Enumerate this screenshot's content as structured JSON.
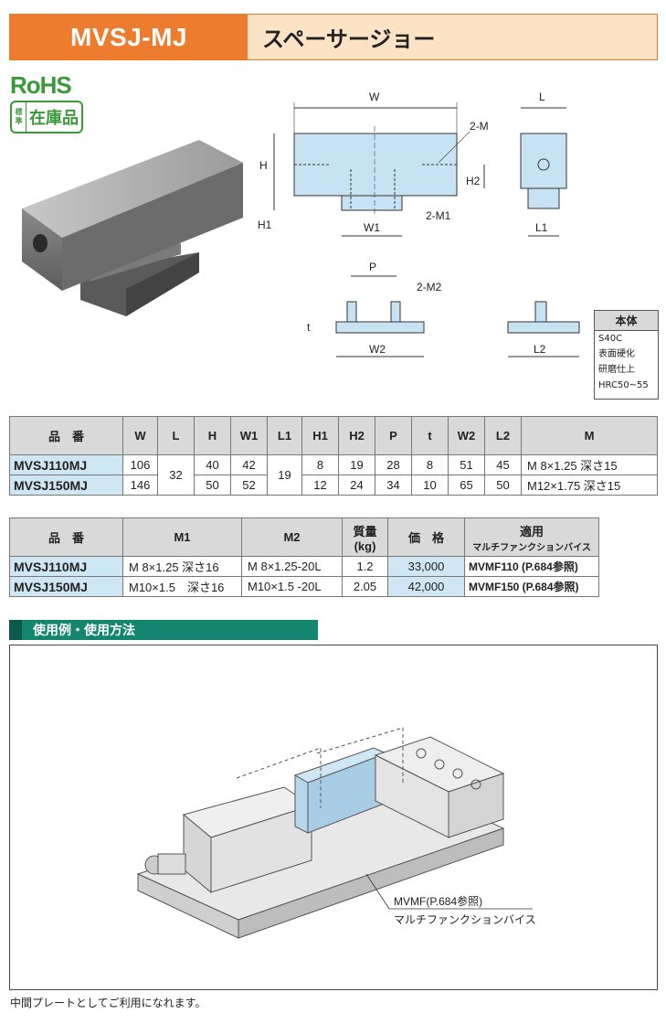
{
  "header": {
    "code": "MVSJ-MJ",
    "name": "スペーサージョー"
  },
  "badges": {
    "rohs": "RoHS",
    "stock_small": "標準",
    "stock_big": "在庫品"
  },
  "drawing": {
    "labels": {
      "W": "W",
      "L": "L",
      "H": "H",
      "H1": "H1",
      "H2": "H2",
      "W1": "W1",
      "L1": "L1",
      "M": "2-M",
      "M1": "2-M1",
      "M2": "2-M2",
      "P": "P",
      "t": "t",
      "W2": "W2",
      "L2": "L2"
    }
  },
  "material": {
    "title": "本体",
    "lines": [
      "S40C",
      "表面硬化",
      "研磨仕上",
      "HRC50~55"
    ]
  },
  "table1": {
    "headers": [
      "品　番",
      "W",
      "L",
      "H",
      "W1",
      "L1",
      "H1",
      "H2",
      "P",
      "t",
      "W2",
      "L2",
      "M"
    ],
    "rows": [
      {
        "code": "MVSJ110MJ",
        "W": "106",
        "L": "32",
        "H": "40",
        "W1": "42",
        "L1": "19",
        "H1": "8",
        "H2": "19",
        "P": "28",
        "t": "8",
        "W2": "51",
        "L2": "45",
        "M": "M 8×1.25 深さ15"
      },
      {
        "code": "MVSJ150MJ",
        "W": "146",
        "H": "50",
        "W1": "52",
        "H1": "12",
        "H2": "24",
        "P": "34",
        "t": "10",
        "W2": "65",
        "L2": "50",
        "M": "M12×1.75 深さ15"
      }
    ]
  },
  "table2": {
    "headers": {
      "code": "品　番",
      "m1": "M1",
      "m2": "M2",
      "mass": "質量",
      "mass_unit": "(kg)",
      "price": "価　格",
      "app": "適用",
      "app_sub": "マルチファンクションバイス"
    },
    "rows": [
      {
        "code": "MVSJ110MJ",
        "m1": "M 8×1.25 深さ16",
        "m2": "M 8×1.25-20L",
        "mass": "1.2",
        "price": "33,000",
        "app": "MVMF110 (P.684参照)"
      },
      {
        "code": "MVSJ150MJ",
        "m1": "M10×1.5　深さ16",
        "m2": "M10×1.5 -20L",
        "mass": "2.05",
        "price": "42,000",
        "app": "MVMF150 (P.684参照)"
      }
    ]
  },
  "section": {
    "title": "使用例・使用方法"
  },
  "usage": {
    "callout_line1": "MVMF(P.684参照)",
    "callout_line2": "マルチファンクションバイス"
  },
  "footer": {
    "note": "中間プレートとしてご利用になれます。"
  }
}
